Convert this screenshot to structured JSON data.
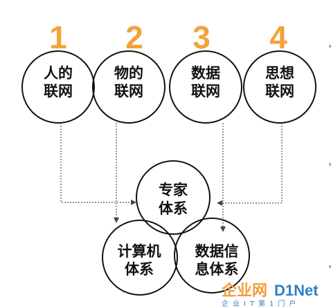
{
  "top_nodes": [
    {
      "number": "1",
      "line1": "人的",
      "line2": "联网"
    },
    {
      "number": "2",
      "line1": "物的",
      "line2": "联网"
    },
    {
      "number": "3",
      "line1": "数据",
      "line2": "联网"
    },
    {
      "number": "4",
      "line1": "思想",
      "line2": "联网"
    }
  ],
  "venn": {
    "top": {
      "line1": "专家",
      "line2": "体系"
    },
    "left": {
      "line1": "计算机",
      "line2": "体系"
    },
    "right": {
      "line1": "数据信",
      "line2": "息体系"
    }
  },
  "watermark": {
    "part1": "企业网",
    "part2": "D1Net",
    "subtitle": "企业IT第1门户"
  },
  "colors": {
    "number": "#f2a33a",
    "stroke": "#111111",
    "connector": "#555555",
    "watermark_orange": "#f29c3a",
    "watermark_blue": "#2f7fc4"
  }
}
